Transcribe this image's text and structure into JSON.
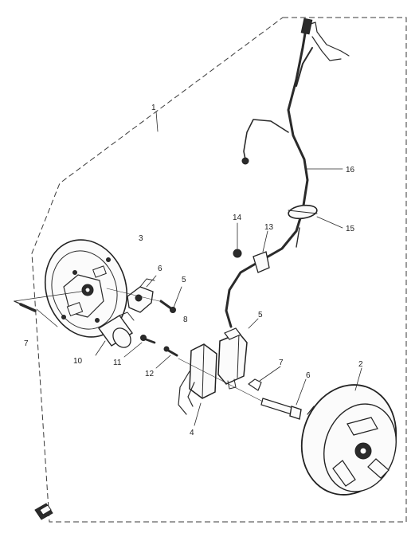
{
  "diagram": {
    "callouts": [
      {
        "id": "c1",
        "label": "1"
      },
      {
        "id": "c2",
        "label": "2"
      },
      {
        "id": "c3",
        "label": "3"
      },
      {
        "id": "c4",
        "label": "4"
      },
      {
        "id": "c5a",
        "label": "5"
      },
      {
        "id": "c5b",
        "label": "5"
      },
      {
        "id": "c6",
        "label": "6"
      },
      {
        "id": "c6b",
        "label": "6"
      },
      {
        "id": "c7",
        "label": "7"
      },
      {
        "id": "c7b",
        "label": "7"
      },
      {
        "id": "c8",
        "label": "8"
      },
      {
        "id": "c10",
        "label": "10"
      },
      {
        "id": "c11",
        "label": "11"
      },
      {
        "id": "c12",
        "label": "12"
      },
      {
        "id": "c13",
        "label": "13"
      },
      {
        "id": "c14",
        "label": "14"
      },
      {
        "id": "c15",
        "label": "15"
      },
      {
        "id": "c16",
        "label": "16"
      }
    ]
  }
}
